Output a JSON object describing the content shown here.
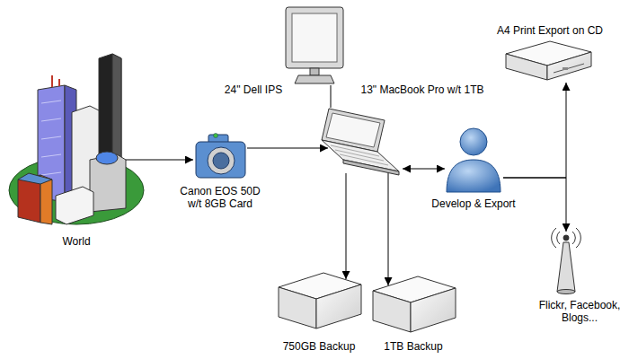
{
  "diagram": {
    "nodes": [
      {
        "text": [
          "World"
        ]
      },
      {
        "text": [
          "Canon EOS 50D w/t 8GB Card"
        ]
      },
      {
        "text": [
          "24\" Dell IPS"
        ]
      },
      {
        "text": [
          "13\" MacBook Pro w/t 1TB"
        ]
      },
      {
        "text": [
          "Develop & Export"
        ]
      },
      {
        "text": [
          "A4 Print Export on CD"
        ]
      },
      {
        "text": [
          "Flickr, Facebook, Blogs..."
        ]
      },
      {
        "text": [
          "750GB Backup"
        ]
      },
      {
        "text": [
          "1TB Backup"
        ]
      }
    ],
    "edges": [
      {
        "from": 0,
        "to": 1,
        "arrow": "to"
      },
      {
        "from": 1,
        "to": 3,
        "arrow": "to"
      },
      {
        "from": 2,
        "to": 3,
        "arrow": "none"
      },
      {
        "from": 3,
        "to": 4,
        "arrow": "both"
      },
      {
        "from": 4,
        "to": 5,
        "arrow": "to"
      },
      {
        "from": 4,
        "to": 6,
        "arrow": "to"
      },
      {
        "from": 3,
        "to": 7,
        "arrow": "to"
      },
      {
        "from": 3,
        "to": 8,
        "arrow": "to"
      }
    ]
  }
}
